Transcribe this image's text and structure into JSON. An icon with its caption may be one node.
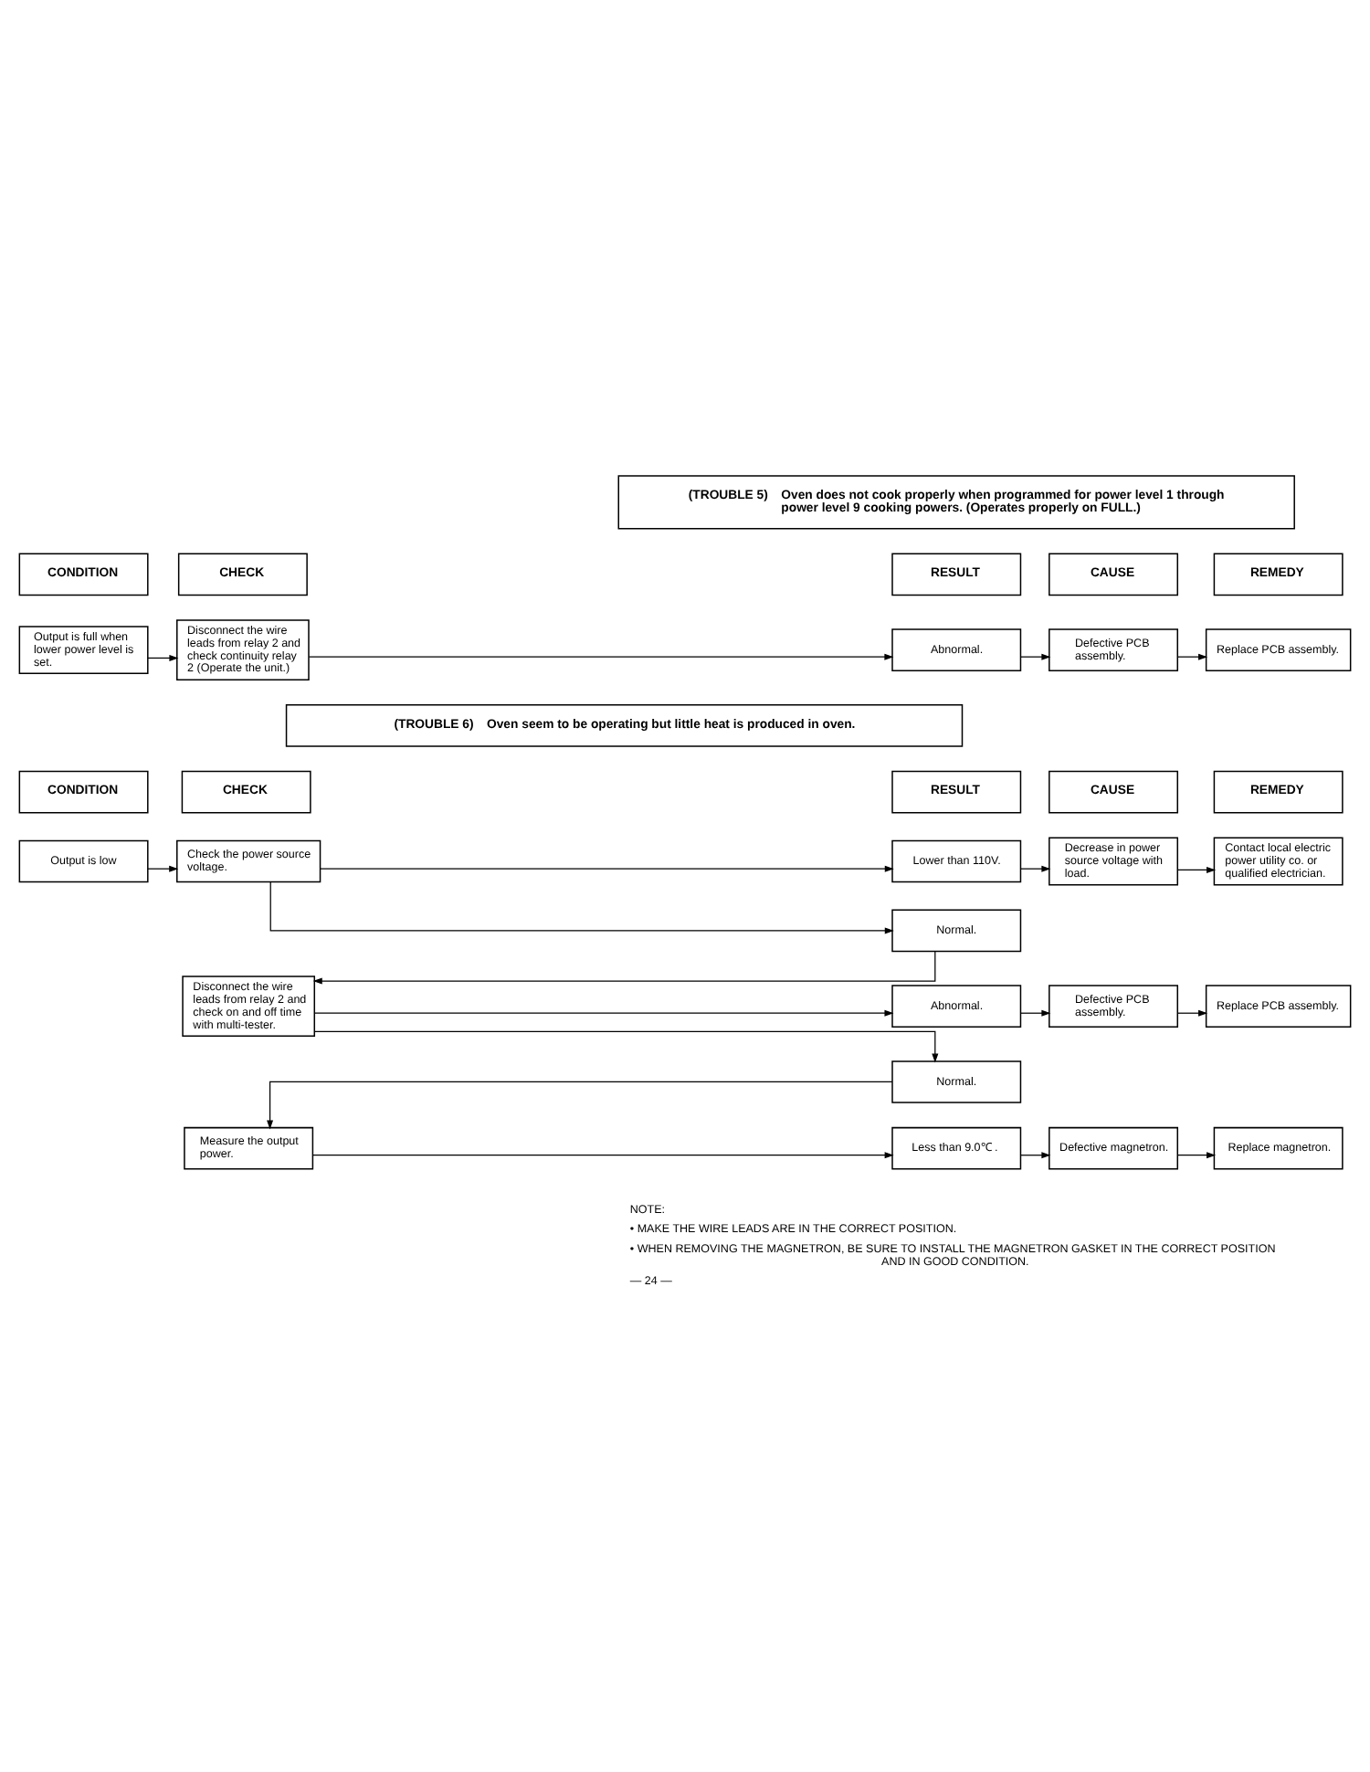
{
  "diagram": {
    "nodes": [
      {
        "text": [
          "(TROUBLE 5)",
          "Oven does not cook properly when programmed for power level 1 through power level 9 cooking powers. (Operates properly on FULL.)"
        ]
      },
      {
        "text": [
          "CONDITION"
        ]
      },
      {
        "text": [
          "CHECK"
        ]
      },
      {
        "text": [
          "RESULT"
        ]
      },
      {
        "text": [
          "CAUSE"
        ]
      },
      {
        "text": [
          "REMEDY"
        ]
      },
      {
        "text": [
          "Output is full when lower power level is set."
        ]
      },
      {
        "text": [
          "Disconnect the wire leads from relay 2 and check continuity relay 2 (Operate the unit.)"
        ]
      },
      {
        "text": [
          "Abnormal."
        ]
      },
      {
        "text": [
          "Defective PCB assembly."
        ]
      },
      {
        "text": [
          "Replace PCB assembly."
        ]
      },
      {
        "text": [
          "(TROUBLE 6)",
          "Oven seem to be operating but little heat is produced in oven."
        ]
      },
      {
        "text": [
          "CONDITION"
        ]
      },
      {
        "text": [
          "CHECK"
        ]
      },
      {
        "text": [
          "RESULT"
        ]
      },
      {
        "text": [
          "CAUSE"
        ]
      },
      {
        "text": [
          "REMEDY"
        ]
      },
      {
        "text": [
          "Output is low"
        ]
      },
      {
        "text": [
          "Check the power source voltage."
        ]
      },
      {
        "text": [
          "Lower than 110V."
        ]
      },
      {
        "text": [
          "Decrease in power source voltage with load."
        ]
      },
      {
        "text": [
          "Contact local electric power utility co. or qualified electrician."
        ]
      },
      {
        "text": [
          "Normal."
        ]
      },
      {
        "text": [
          "Disconnect the wire leads from relay 2 and check on and off time with multi-tester."
        ]
      },
      {
        "text": [
          "Abnormal."
        ]
      },
      {
        "text": [
          "Defective PCB assembly."
        ]
      },
      {
        "text": [
          "Replace PCB assembly."
        ]
      },
      {
        "text": [
          "Normal."
        ]
      },
      {
        "text": [
          "Measure the output power."
        ]
      },
      {
        "text": [
          "Less than 9.0℃ ."
        ]
      },
      {
        "text": [
          "Defective magnetron."
        ]
      },
      {
        "text": [
          "Replace magnetron."
        ]
      }
    ],
    "edges": [
      {
        "from": 6,
        "to": 7,
        "arrow": "to"
      },
      {
        "from": 7,
        "to": 8,
        "arrow": "to"
      },
      {
        "from": 8,
        "to": 9,
        "arrow": "to"
      },
      {
        "from": 9,
        "to": 10,
        "arrow": "to"
      },
      {
        "from": 17,
        "to": 18,
        "arrow": "to"
      },
      {
        "from": 18,
        "to": 19,
        "arrow": "to"
      },
      {
        "from": 18,
        "to": 22,
        "arrow": "to"
      },
      {
        "from": 19,
        "to": 20,
        "arrow": "to"
      },
      {
        "from": 20,
        "to": 21,
        "arrow": "to"
      },
      {
        "from": 22,
        "to": 23,
        "arrow": "to"
      },
      {
        "from": 23,
        "to": 24,
        "arrow": "to"
      },
      {
        "from": 23,
        "to": 27,
        "arrow": "to"
      },
      {
        "from": 24,
        "to": 25,
        "arrow": "to"
      },
      {
        "from": 25,
        "to": 26,
        "arrow": "to"
      },
      {
        "from": 27,
        "to": 28,
        "arrow": "to"
      },
      {
        "from": 28,
        "to": 29,
        "arrow": "to"
      },
      {
        "from": 29,
        "to": 30,
        "arrow": "to"
      },
      {
        "from": 30,
        "to": 31,
        "arrow": "to"
      }
    ],
    "labels": [
      "NOTE:",
      "• MAKE THE WIRE LEADS ARE IN THE CORRECT POSITION.",
      "• WHEN REMOVING THE MAGNETRON, BE SURE TO INSTALL THE MAGNETRON GASKET IN THE CORRECT POSITION AND IN GOOD CONDITION.",
      "— 24 —"
    ]
  }
}
